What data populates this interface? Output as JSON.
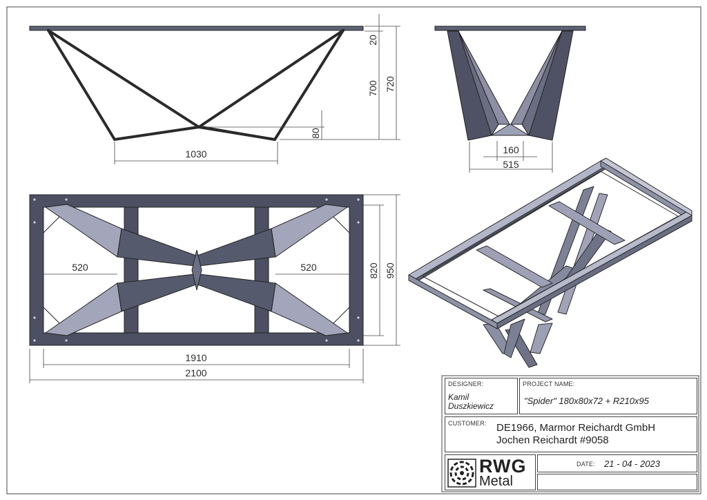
{
  "drawing": {
    "front_view": {
      "dims": {
        "top_thickness": "20",
        "frame_height": "700",
        "total_height": "720",
        "foot_height": "80",
        "foot_span": "1030"
      }
    },
    "side_view": {
      "dims": {
        "inner_width": "160",
        "base_width": "515"
      }
    },
    "top_view": {
      "dims": {
        "left_offset": "520",
        "right_offset": "520",
        "inner_width": "820",
        "outer_width": "950",
        "inner_length": "1910",
        "outer_length": "2100"
      }
    }
  },
  "title_block": {
    "designer_label": "DESIGNER:",
    "designer_value_line1": "Kamil",
    "designer_value_line2": "Duszkiewicz",
    "project_label": "PROJECT NAME:",
    "project_value": "\"Spider\" 180x80x72 + R210x95",
    "customer_label": "CUSTOMER:",
    "customer_value_line1": "DE1966, Marmor Reichardt GmbH",
    "customer_value_line2": "Jochen Reichardt #9058",
    "logo_text_1": "RWG",
    "logo_text_2": "Metal",
    "date_label": "DATE:",
    "date_value": "21 - 04 - 2023"
  },
  "colors": {
    "steel": "#656a7e",
    "steel_light": "#9da1b6",
    "steel_dark": "#484b5a",
    "line": "#2b2b2b"
  }
}
